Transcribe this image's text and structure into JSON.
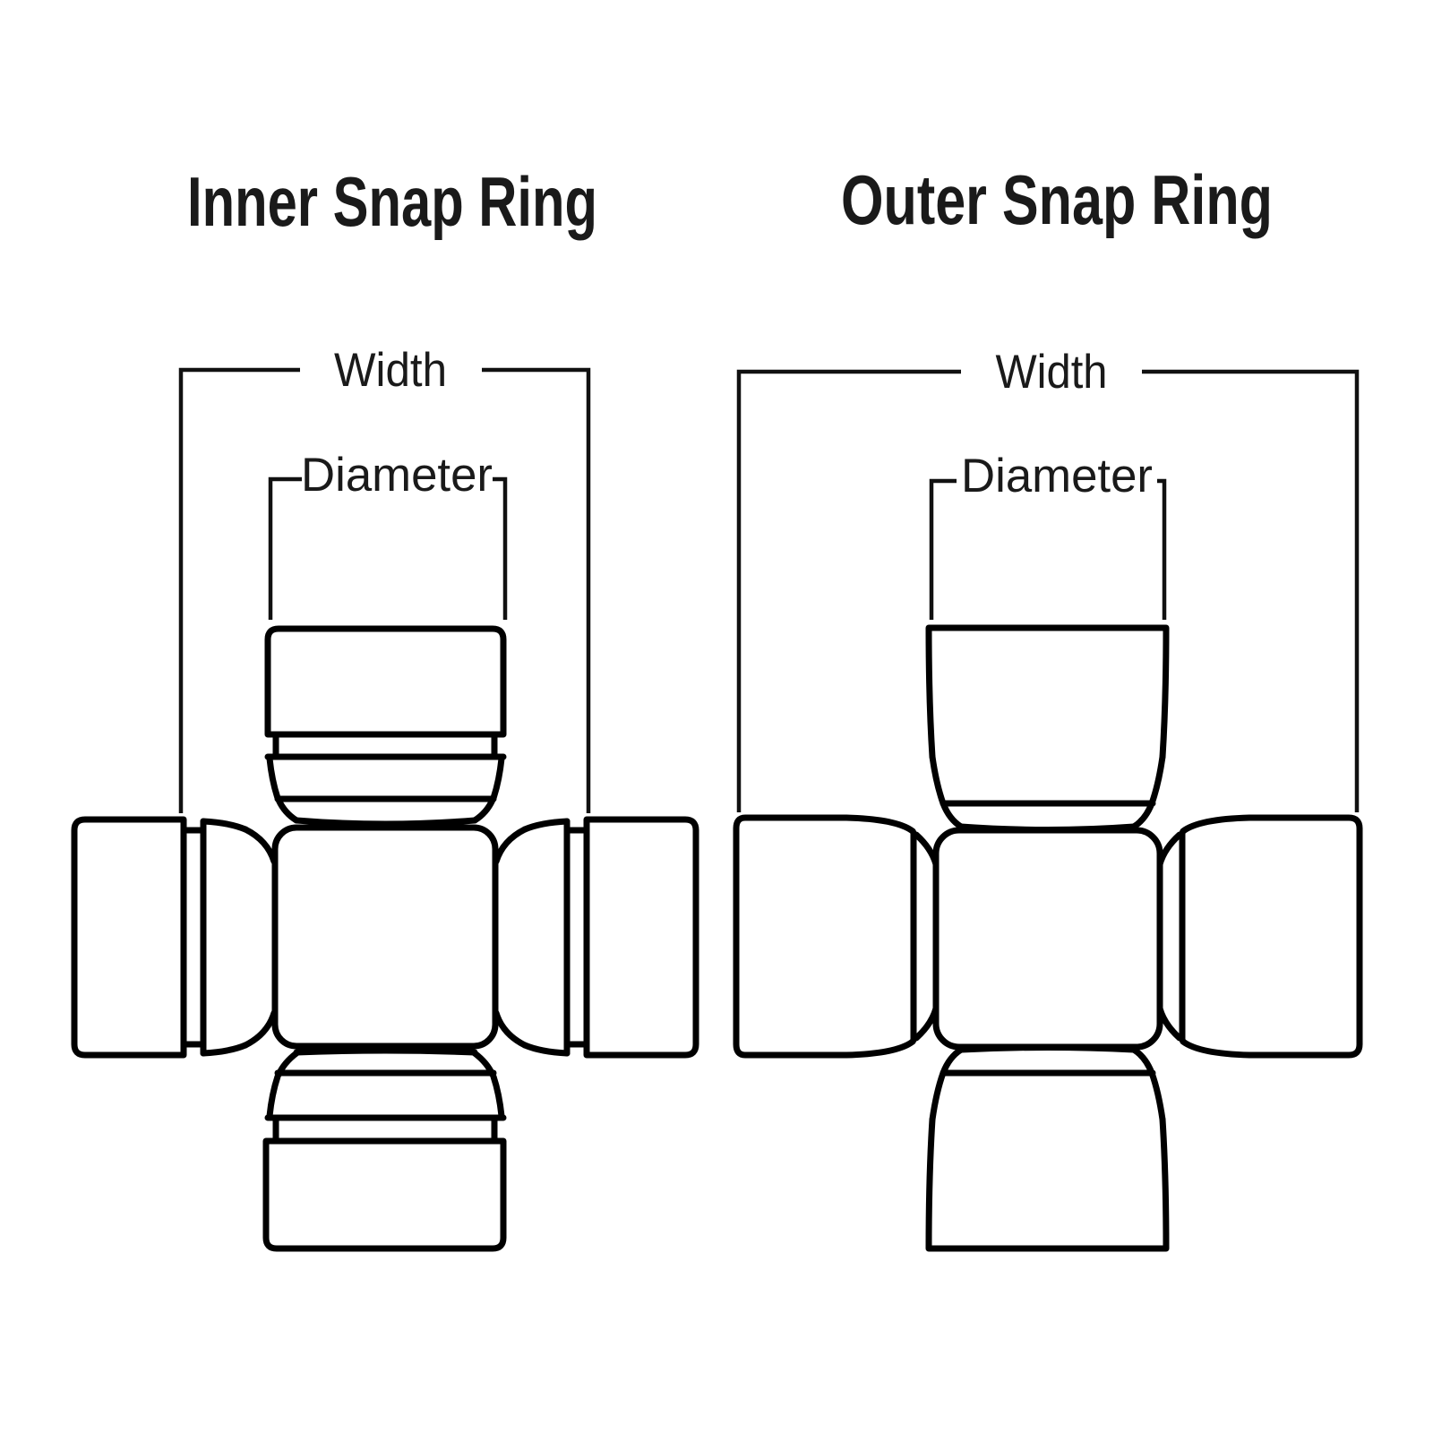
{
  "figures": {
    "inner": {
      "title": "Inner Snap Ring",
      "width_label": "Width",
      "diameter_label": "Diameter"
    },
    "outer": {
      "title": "Outer Snap Ring",
      "width_label": "Width",
      "diameter_label": "Diameter"
    }
  },
  "colors": {
    "line": "#000000",
    "dimension_line": "#111111",
    "text": "#1a1a1a",
    "background": "#ffffff"
  }
}
